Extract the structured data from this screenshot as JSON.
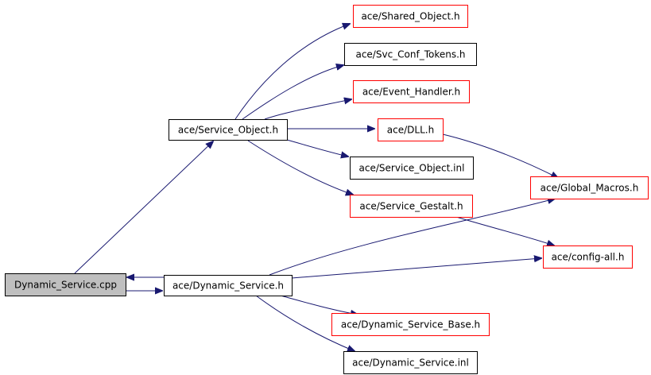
{
  "colors": {
    "edge": "#191970",
    "border_default": "#000000",
    "border_missing": "#ff0000",
    "fill_default": "#ffffff",
    "fill_root": "#bfbfbf"
  },
  "nodes": [
    {
      "id": "dynamic_service_cpp",
      "label": "Dynamic_Service.cpp",
      "style": "root"
    },
    {
      "id": "service_object_h",
      "label": "ace/Service_Object.h",
      "style": "default"
    },
    {
      "id": "dynamic_service_h",
      "label": "ace/Dynamic_Service.h",
      "style": "default"
    },
    {
      "id": "shared_object_h",
      "label": "ace/Shared_Object.h",
      "style": "missing"
    },
    {
      "id": "svc_conf_tokens_h",
      "label": "ace/Svc_Conf_Tokens.h",
      "style": "default"
    },
    {
      "id": "event_handler_h",
      "label": "ace/Event_Handler.h",
      "style": "missing"
    },
    {
      "id": "dll_h",
      "label": "ace/DLL.h",
      "style": "missing"
    },
    {
      "id": "service_object_inl",
      "label": "ace/Service_Object.inl",
      "style": "default"
    },
    {
      "id": "service_gestalt_h",
      "label": "ace/Service_Gestalt.h",
      "style": "missing"
    },
    {
      "id": "global_macros_h",
      "label": "ace/Global_Macros.h",
      "style": "missing"
    },
    {
      "id": "config_all_h",
      "label": "ace/config-all.h",
      "style": "missing"
    },
    {
      "id": "dynamic_service_base_h",
      "label": "ace/Dynamic_Service_Base.h",
      "style": "missing"
    },
    {
      "id": "dynamic_service_inl",
      "label": "ace/Dynamic_Service.inl",
      "style": "default"
    }
  ],
  "edges": [
    {
      "from": "dynamic_service_cpp",
      "to": "service_object_h"
    },
    {
      "from": "dynamic_service_cpp",
      "to": "dynamic_service_h"
    },
    {
      "from": "dynamic_service_h",
      "to": "dynamic_service_cpp"
    },
    {
      "from": "service_object_h",
      "to": "shared_object_h"
    },
    {
      "from": "service_object_h",
      "to": "svc_conf_tokens_h"
    },
    {
      "from": "service_object_h",
      "to": "event_handler_h"
    },
    {
      "from": "service_object_h",
      "to": "dll_h"
    },
    {
      "from": "service_object_h",
      "to": "service_object_inl"
    },
    {
      "from": "service_object_h",
      "to": "service_gestalt_h"
    },
    {
      "from": "dll_h",
      "to": "global_macros_h"
    },
    {
      "from": "service_gestalt_h",
      "to": "config_all_h"
    },
    {
      "from": "dynamic_service_h",
      "to": "global_macros_h"
    },
    {
      "from": "dynamic_service_h",
      "to": "config_all_h"
    },
    {
      "from": "dynamic_service_h",
      "to": "dynamic_service_base_h"
    },
    {
      "from": "dynamic_service_h",
      "to": "dynamic_service_inl"
    }
  ]
}
